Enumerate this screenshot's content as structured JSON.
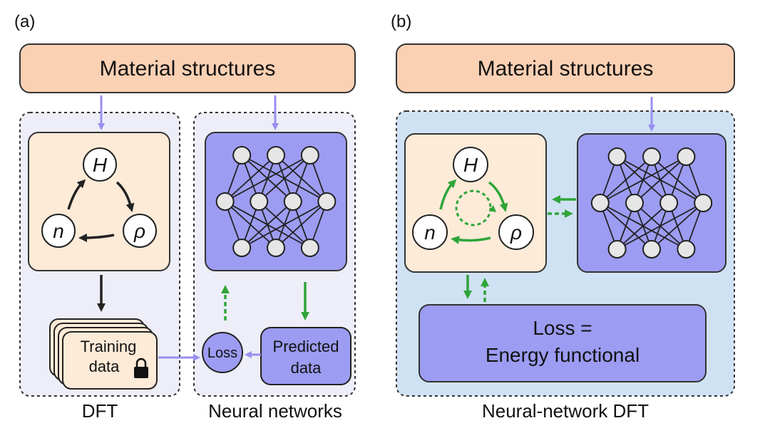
{
  "panel_a": {
    "label": "(a)",
    "top_box": "Material structures",
    "dft_cycle": {
      "h": "H",
      "rho": "ρ",
      "n": "n"
    },
    "training_data_line1": "Training",
    "training_data_line2": "data",
    "loss": "Loss",
    "predicted_line1": "Predicted",
    "predicted_line2": "data",
    "caption_left": "DFT",
    "caption_right": "Neural networks"
  },
  "panel_b": {
    "label": "(b)",
    "top_box": "Material structures",
    "dft_cycle": {
      "h": "H",
      "rho": "ρ",
      "n": "n"
    },
    "loss_line1": "Loss =",
    "loss_line2": "Energy functional",
    "caption": "Neural-network DFT"
  },
  "colors": {
    "peach": "#fbd1b4",
    "peach_light": "#fdebd8",
    "violet": "#9c9cf2",
    "light_panel": "#eeeef8",
    "blue_panel": "#cfe2f3",
    "arrow_violet": "#9a8ff0",
    "arrow_green": "#2fa53a",
    "dark": "#222222"
  }
}
